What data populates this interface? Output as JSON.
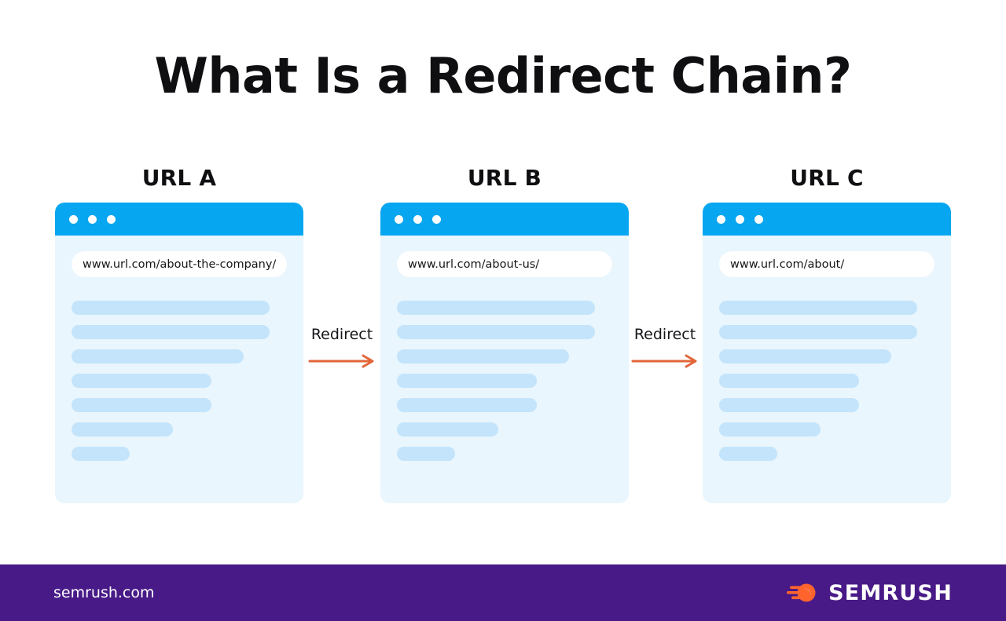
{
  "title": "What Is a Redirect Chain?",
  "nodes": [
    {
      "label": "URL A",
      "url": "www.url.com/about-the-company/",
      "lines": [
        92,
        92,
        80,
        65,
        65,
        47,
        27
      ]
    },
    {
      "label": "URL B",
      "url": "www.url.com/about-us/",
      "lines": [
        92,
        92,
        80,
        65,
        65,
        47,
        27
      ]
    },
    {
      "label": "URL C",
      "url": "www.url.com/about/",
      "lines": [
        92,
        92,
        80,
        65,
        65,
        47,
        27
      ]
    }
  ],
  "connectors": [
    {
      "label": "Redirect"
    },
    {
      "label": "Redirect"
    }
  ],
  "footer": {
    "site": "semrush.com",
    "brand": "SEMRUSH"
  },
  "colors": {
    "title_text": "#0f0f12",
    "browser_titlebar": "#07a6f0",
    "browser_body": "#e9f6fd",
    "content_line": "#c3e4fb",
    "urlbar_bg": "#ffffff",
    "arrow": "#e2663a",
    "footer_bg": "#481a87",
    "logo_mark": "#ff642d",
    "page_bg": "#ffffff"
  }
}
